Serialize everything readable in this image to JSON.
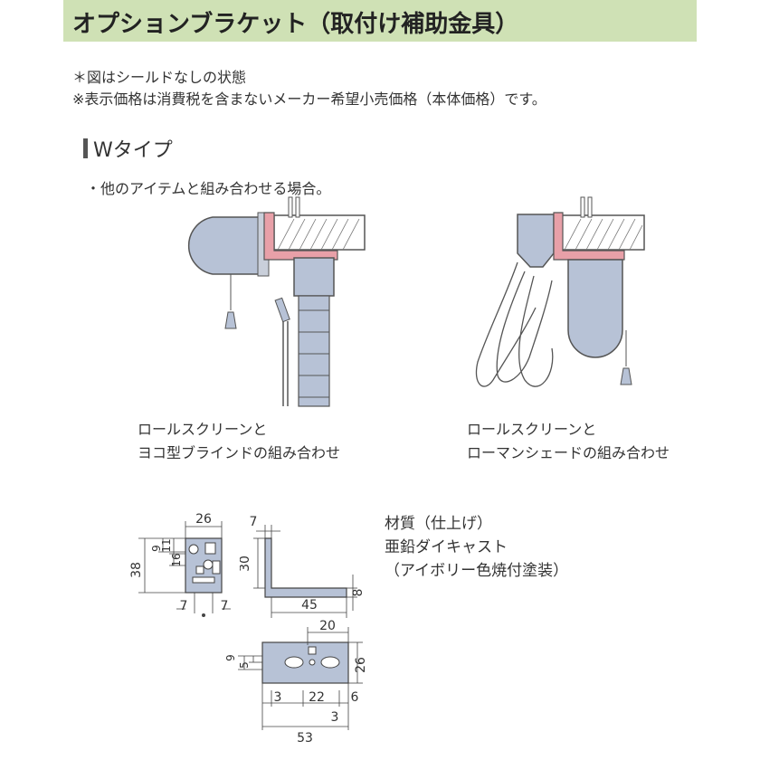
{
  "header": {
    "title": "オプションブラケット（取付け補助金具）"
  },
  "notes": [
    "＊図はシールドなしの状態",
    "※表示価格は消費税を含まないメーカー希望小売価格（本体価格）です。"
  ],
  "section": {
    "title": "Wタイプ",
    "bullet": "・他のアイテムと組み合わせる場合。"
  },
  "figures": {
    "left_caption": [
      "ロールスクリーンと",
      "ヨコ型ブラインドの組み合わせ"
    ],
    "right_caption": [
      "ロールスクリーンと",
      "ローマンシェードの組み合わせ"
    ]
  },
  "dimensions": {
    "front": [
      "26",
      "38",
      "9",
      "11",
      "16",
      "7",
      "7"
    ],
    "side": [
      "7",
      "30",
      "45",
      "8"
    ],
    "top": [
      "20",
      "9",
      "5",
      "26",
      "3",
      "22",
      "6",
      "3",
      "53"
    ]
  },
  "material": [
    "材質（仕上げ）",
    "亜鉛ダイキャスト",
    "（アイボリー色焼付塗装）"
  ],
  "colors": {
    "header_bg": "#cfe1b5",
    "bracket": "#e8a0a8",
    "unit": "#b7c2d6"
  }
}
